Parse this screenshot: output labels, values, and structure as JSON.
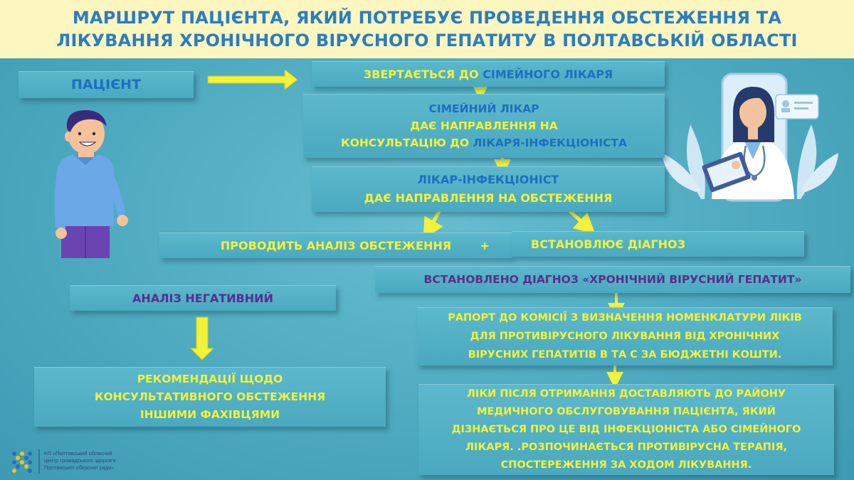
{
  "header": {
    "line1": "МАРШРУТ ПАЦІЄНТА, ЯКИЙ ПОТРЕБУЄ ПРОВЕДЕННЯ ОБСТЕЖЕННЯ ТА",
    "line2": "ЛІКУВАННЯ ХРОНІЧНОГО ВІРУСНОГО ГЕПАТИТУ В ПОЛТАВСЬКІЙ ОБЛАСТІ"
  },
  "boxes": {
    "patient": "ПАЦІЄНТ",
    "appeal": {
      "part1": "ЗВЕРТАЄТЬСЯ ДО ",
      "part2": "СІМЕЙНОГО ЛІКАРЯ"
    },
    "family_doctor": {
      "line1": "СІМЕЙНИЙ ЛІКАР",
      "line2": "ДАЄ НАПРАВЛЕННЯ НА",
      "line3a": "КОНСУЛЬТАЦІЮ ДО ",
      "line3b": "ЛІКАРЯ-ІНФЕКЦІОНІСТА"
    },
    "infectionist": {
      "line1": "ЛІКАР-ІНФЕКЦІОНІСТ",
      "line2": "ДАЄ НАПРАВЛЕННЯ НА ОБСТЕЖЕННЯ"
    },
    "analysis": "ПРОВОДИТЬ АНАЛІЗ ОБСТЕЖЕННЯ",
    "plus": "+",
    "diagnosis": "ВСТАНОВЛЮЄ ДІАГНОЗ",
    "diagnosis_set": "ВСТАНОВЛЕНО ДІАГНОЗ  «ХРОНІЧНИЙ ВІРУСНИЙ ГЕПАТИТ»",
    "negative": "АНАЛІЗ НЕГАТИВНИЙ",
    "recommendations": {
      "line1": "РЕКОМЕНДАЦІЇ ЩОДО",
      "line2": "КОНСУЛЬТАТИВНОГО ОБСТЕЖЕННЯ",
      "line3": "ІНШИМИ ФАХІВЦЯМИ"
    },
    "report": {
      "line1": "РАПОРТ ДО КОМІСІЇ З ВИЗНАЧЕННЯ НОМЕНКЛАТУРИ ЛІКІВ",
      "line2": "ДЛЯ ПРОТИВІРУСНОГО ЛІКУВАННЯ ВІД ХРОНІЧНИХ",
      "line3": "ВІРУСНИХ ГЕПАТИТІВ  В ТА С  ЗА БЮДЖЕТНІ КОШТИ."
    },
    "medicines": {
      "line1": "ЛІКИ ПІСЛЯ ОТРИМАННЯ ДОСТАВЛЯЮТЬ ДО РАЙОНУ",
      "line2": "МЕДИЧНОГО ОБСЛУГОВУВАННЯ ПАЦІЄНТА, ЯКИЙ",
      "line3": "ДІЗНАЄТЬСЯ ПРО ЦЕ ВІД ІНФЕКЦІОНІСТА АБО СІМЕЙНОГО",
      "line4": "ЛІКАРЯ. .РОЗПОЧИНАЄТЬСЯ ПРОТИВІРУСНА ТЕРАПІЯ,",
      "line5": "СПОСТЕРЕЖЕННЯ ЗА ХОДОМ ЛІКУВАННЯ."
    }
  },
  "logo": {
    "line1": "КП «Полтавський обласний",
    "line2": "центр громадського здоров'я",
    "line3": "Полтавської обласної ради»"
  },
  "colors": {
    "header_bg": "#fdf6bf",
    "header_text": "#2a7dc2",
    "arrow": "#f2f23a",
    "background": "#4eaac0"
  }
}
